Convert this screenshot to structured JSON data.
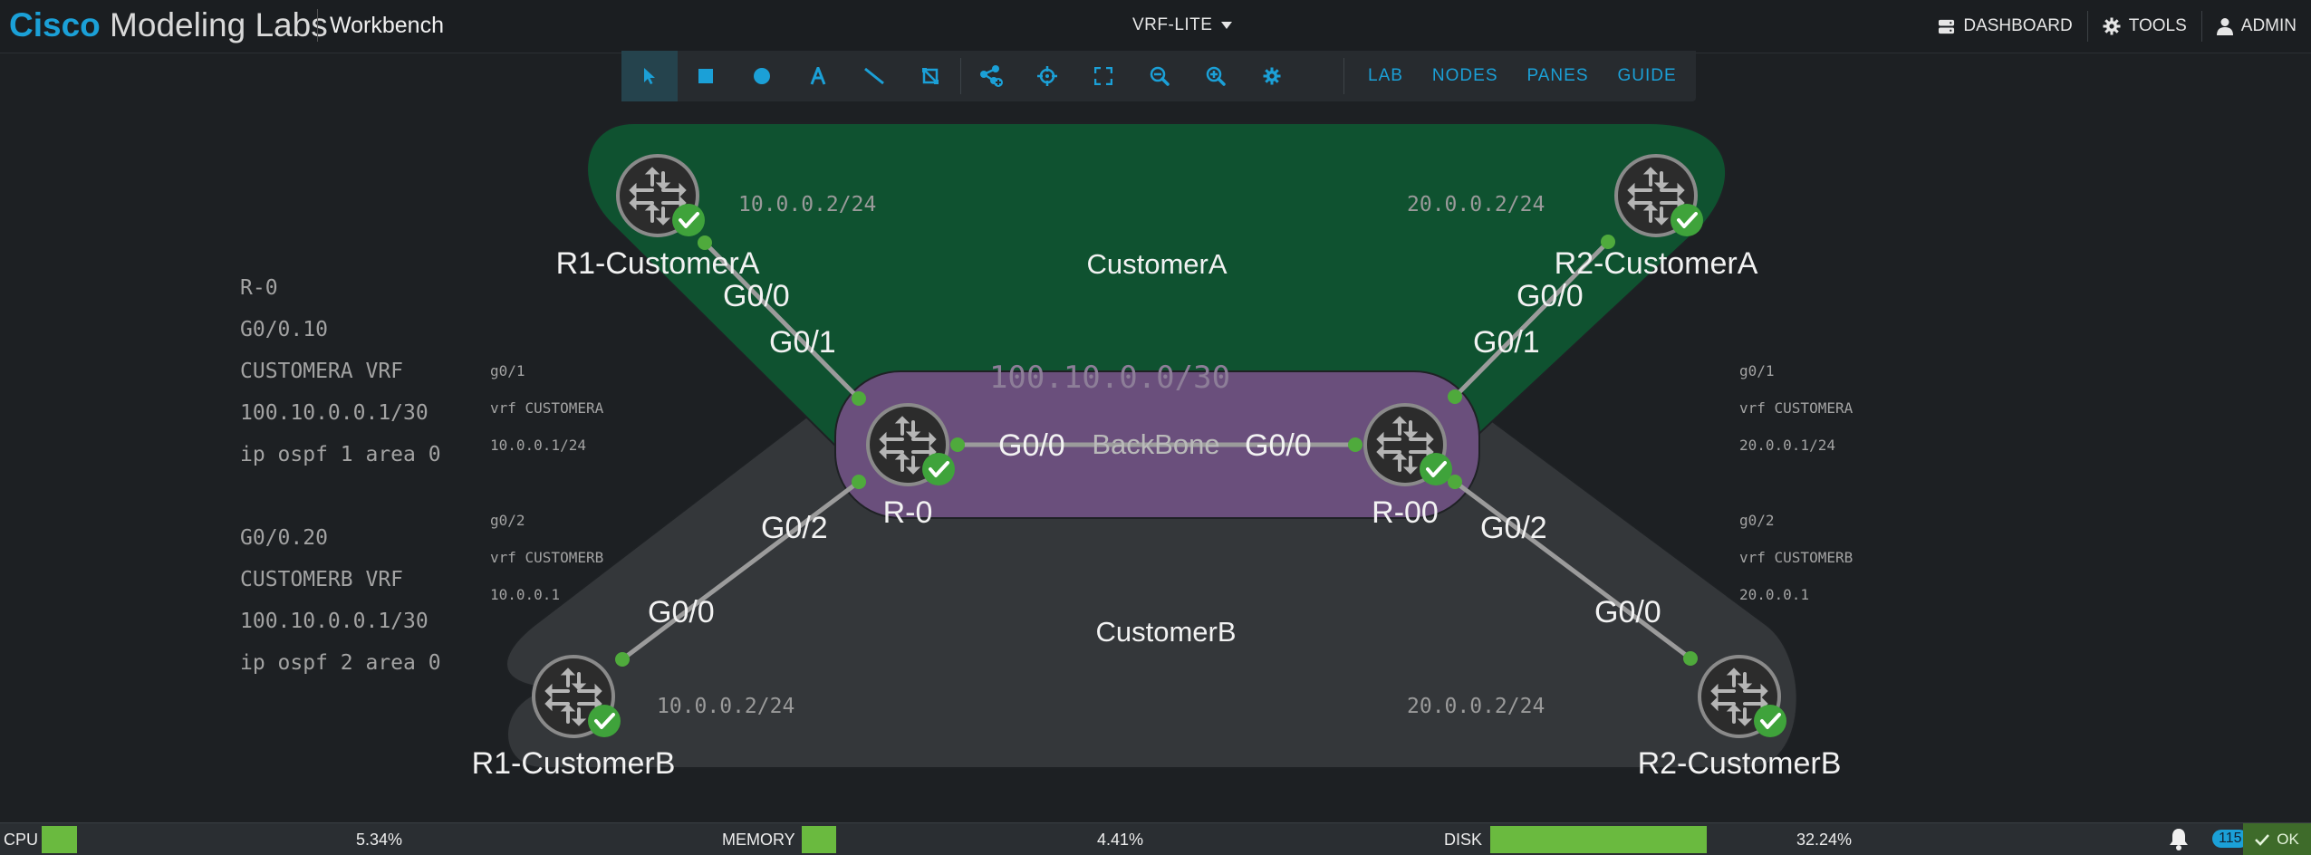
{
  "brand": {
    "cisco": "Cisco",
    "product": "Modeling Labs",
    "section": "Workbench"
  },
  "lab": {
    "name": "VRF-LITE"
  },
  "topnav": {
    "dashboard": "DASHBOARD",
    "tools": "TOOLS",
    "admin": "ADMIN"
  },
  "toolbar": {
    "lab": "LAB",
    "nodes": "NODES",
    "panes": "PANES",
    "guide": "GUIDE"
  },
  "groups": {
    "customer_a": "CustomerA",
    "backbone": "BackBone",
    "customer_b": "CustomerB",
    "backbone_subnet": "100.10.0.0/30"
  },
  "nodes": {
    "r1a": "R1-CustomerA",
    "r2a": "R2-CustomerA",
    "r0": "R-0",
    "r00": "R-00",
    "r1b": "R1-CustomerB",
    "r2b": "R2-CustomerB"
  },
  "interfaces": {
    "r1a_g00": "G0/0",
    "r0_g01": "G0/1",
    "r2a_g00": "G0/0",
    "r00_g01": "G0/1",
    "r0_g00": "G0/0",
    "r00_g00": "G0/0",
    "r0_g02": "G0/2",
    "r1b_g00": "G0/0",
    "r00_g02": "G0/2",
    "r2b_g00": "G0/0"
  },
  "addresses": {
    "r1a": "10.0.0.2/24",
    "r2a": "20.0.0.2/24",
    "r1b": "10.0.0.2/24",
    "r2b": "20.0.0.2/24"
  },
  "left_notes": {
    "lines": [
      "R-0",
      "G0/0.10",
      "CUSTOMERA VRF",
      "100.10.0.0.1/30",
      "ip ospf 1 area 0",
      "G0/0.20",
      "CUSTOMERB VRF",
      "100.10.0.0.1/30",
      "ip ospf 2 area 0"
    ]
  },
  "left_small": {
    "a": [
      "g0/1",
      "vrf CUSTOMERA",
      "10.0.0.1/24"
    ],
    "b": [
      "g0/2",
      "vrf CUSTOMERB",
      "10.0.0.1"
    ]
  },
  "right_small": {
    "a": [
      "g0/1",
      "vrf CUSTOMERA",
      "20.0.0.1/24"
    ],
    "b": [
      "g0/2",
      "vrf CUSTOMERB",
      "20.0.0.1"
    ]
  },
  "status": {
    "cpu_label": "CPU",
    "cpu_value": "5.34%",
    "cpu_fraction": 0.0534,
    "memory_label": "MEMORY",
    "memory_value": "4.41%",
    "memory_fraction": 0.0441,
    "disk_label": "DISK",
    "disk_value": "32.24%",
    "disk_fraction": 0.3224,
    "notifications": "115",
    "health": "OK"
  },
  "colors": {
    "accent": "#1ba0d7",
    "customer_a_fill": "#0f5230",
    "backbone_fill": "#6a4f7c",
    "customer_b_fill": "#363a3d",
    "link": "#9b9b9b",
    "port": "#4faa3c",
    "ok": "#3fa33b"
  }
}
